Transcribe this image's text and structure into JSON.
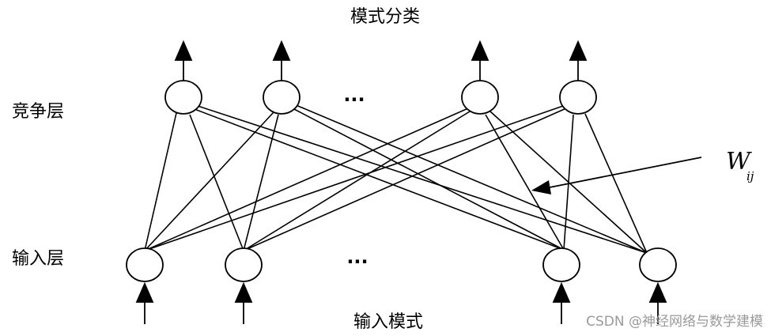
{
  "diagram": {
    "output_label": "模式分类",
    "competition_label": "竞争层",
    "input_layer_label": "输入层",
    "input_label": "输入模式",
    "top_ellipsis": "...",
    "bottom_ellipsis": "...",
    "weight_label_main": "W",
    "weight_label_sub": "ij",
    "watermark": "CSDN @神经网络与数学建模"
  }
}
